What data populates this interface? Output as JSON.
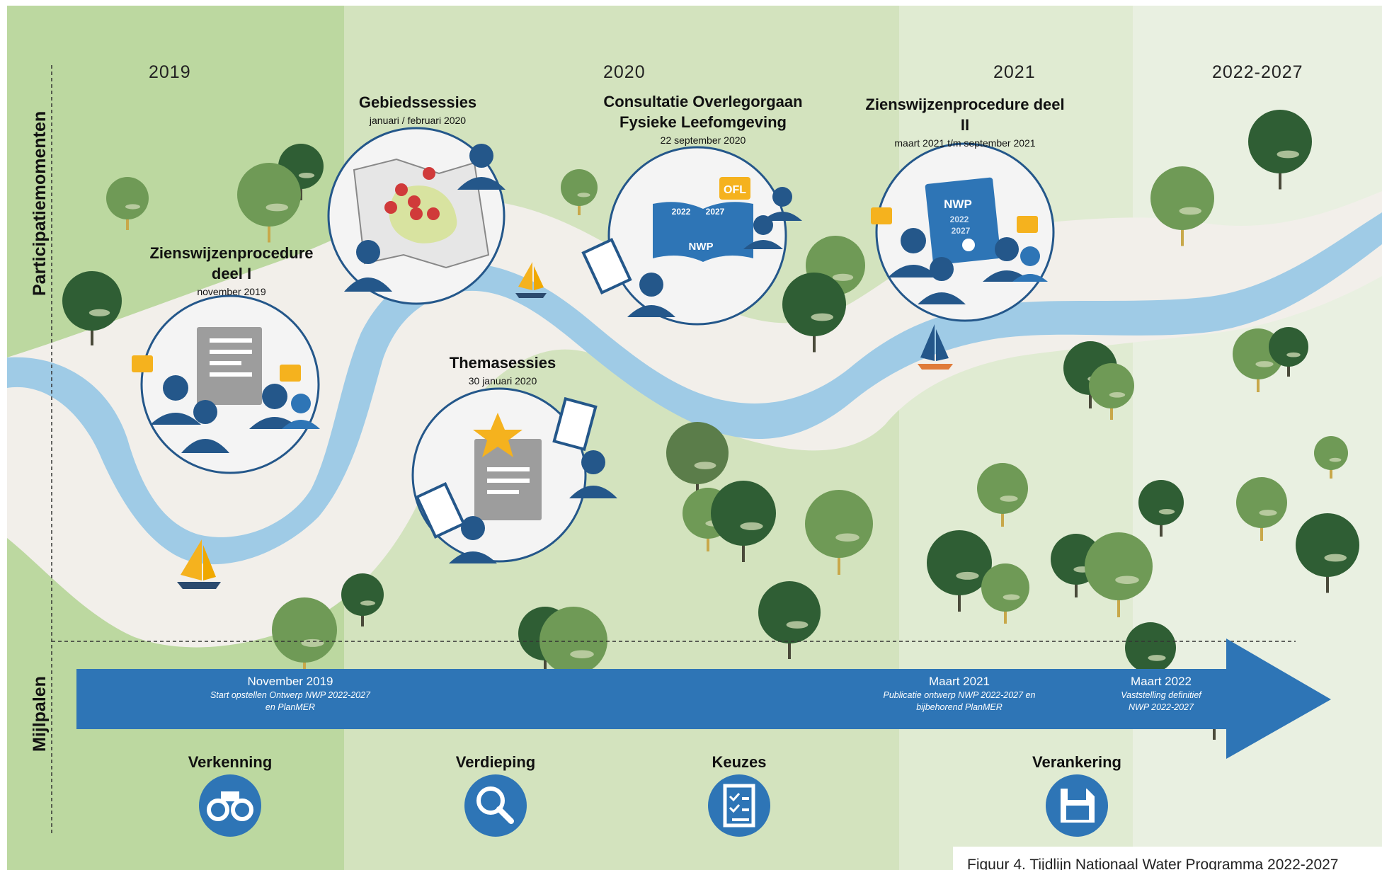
{
  "years": [
    "2019",
    "2020",
    "2021",
    "2022-2027"
  ],
  "side_labels": {
    "participation": "Participatiemomenten",
    "milestones": "Mijlpalen"
  },
  "participation": [
    {
      "title": "Zienswijzenprocedure deel I",
      "date": "november 2019",
      "icon": "documents-people-icon"
    },
    {
      "title": "Gebiedssessies",
      "date": "januari / februari 2020",
      "icon": "map-pins-icon"
    },
    {
      "title": "Themasessies",
      "date": "30 januari 2020",
      "icon": "star-document-icon"
    },
    {
      "title": "Consultatie Overlegorgaan Fysieke Leefomgeving",
      "date": "22 september 2020",
      "icon": "nwp-book-icon"
    },
    {
      "title": "Zienswijzenprocedure deel II",
      "date": "maart 2021 t/m september 2021",
      "icon": "nwp-certificate-icon"
    }
  ],
  "badges": {
    "ofl": "OFL",
    "nwp": "NWP",
    "y1": "2022",
    "y2": "2027"
  },
  "milestones": [
    {
      "date": "November 2019",
      "desc": "Start opstellen Ontwerp NWP 2022-2027 en PlanMER"
    },
    {
      "date": "Maart 2021",
      "desc": "Publicatie ontwerp NWP 2022-2027 en bijbehorend PlanMER"
    },
    {
      "date": "Maart 2022",
      "desc": "Vaststelling definitief NWP 2022-2027"
    }
  ],
  "phases": [
    {
      "label": "Verkenning",
      "icon": "binoculars-icon"
    },
    {
      "label": "Verdieping",
      "icon": "magnifier-icon"
    },
    {
      "label": "Keuzes",
      "icon": "checklist-icon"
    },
    {
      "label": "Verankering",
      "icon": "floppy-disk-icon"
    }
  ],
  "caption": "Figuur 4. Tijdlijn Nationaal Water Programma 2022-2027",
  "colors": {
    "band1": "#bcd8a0",
    "band2": "#d3e3be",
    "band3": "#e0ebd2",
    "band4": "#e9f0e1",
    "river": "#9fcbe6",
    "bank": "#f2efea",
    "arrow": "#2e75b6",
    "dark": "#24578a"
  }
}
